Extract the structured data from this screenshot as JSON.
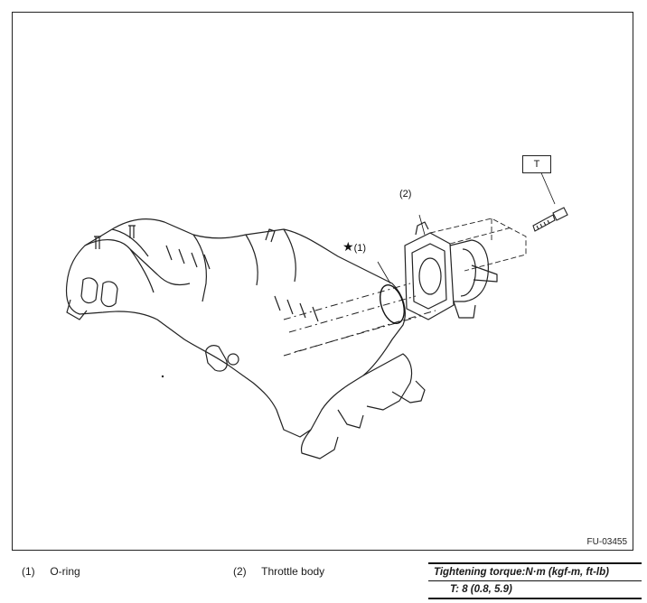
{
  "figure": {
    "id": "FU-03455",
    "callouts": [
      {
        "mark": "★",
        "text": "(1)"
      },
      {
        "text": "(2)"
      },
      {
        "text": "T"
      }
    ]
  },
  "legend": {
    "items": [
      {
        "num": "(1)",
        "label": "O-ring"
      },
      {
        "num": "(2)",
        "label": "Throttle body"
      }
    ],
    "torque": {
      "heading": "Tightening torque:N·m (kgf-m, ft-lb)",
      "value": "T:   8 (0.8, 5.9)"
    }
  }
}
